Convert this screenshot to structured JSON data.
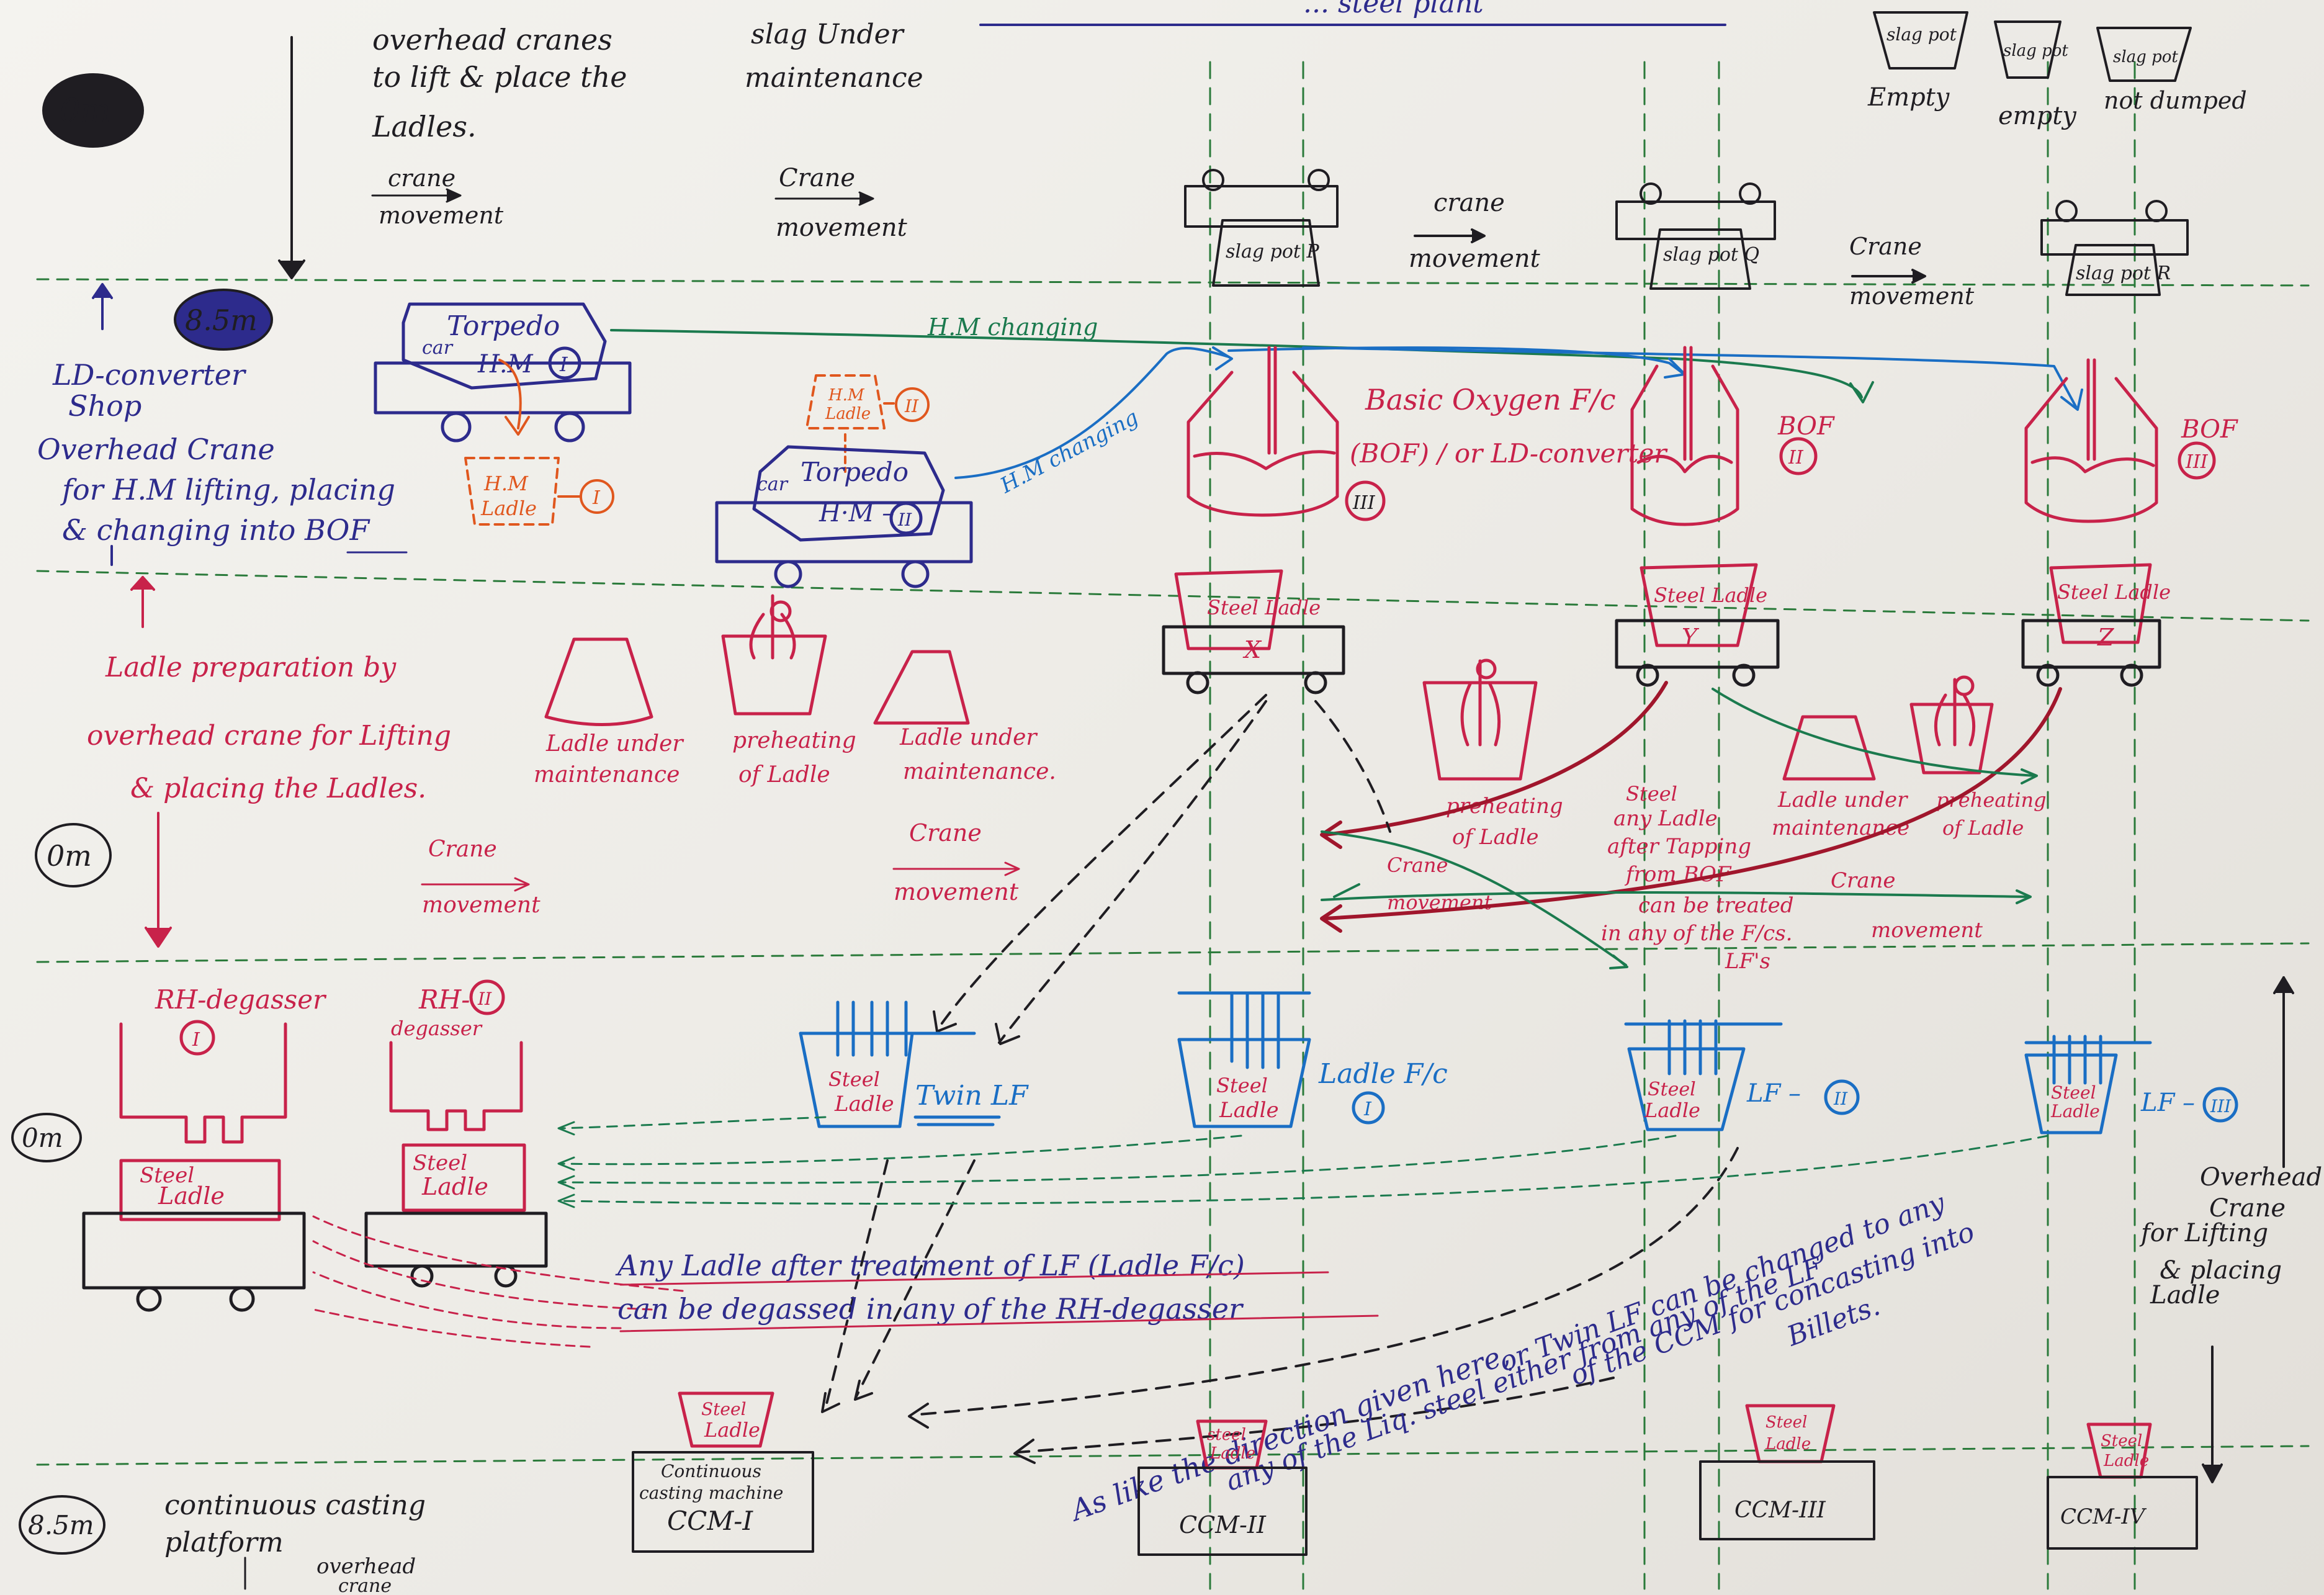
{
  "colors": {
    "black": "#1f1d22",
    "red": "#c8224a",
    "blue": "#1a6ec4",
    "green": "#1b7a4e",
    "navy": "#2d2b8c",
    "orange": "#e0571e",
    "brown": "#8b1e2a",
    "darkred": "#a0162c"
  },
  "top_notes": {
    "level_0m": "0m",
    "overhead_cranes": [
      "overhead cranes",
      "to lift & place the",
      "Ladles."
    ],
    "crane_movement": [
      "crane",
      "movement"
    ],
    "slag_under_maintenance": [
      "slag Under",
      "maintenance"
    ],
    "crane_movement_2": [
      "Crane",
      "movement"
    ]
  },
  "slag_pots": [
    {
      "label": "slag pot",
      "state": "Empty"
    },
    {
      "label": "slag pot",
      "state": "empty"
    },
    {
      "label": "slag pot",
      "state": "not dumped"
    }
  ],
  "converter_shop": {
    "level": "8.5m",
    "name": [
      "LD-converter",
      "Shop"
    ],
    "crane_note": [
      "Overhead Crane",
      "for H.M lifting, placing",
      "& changing into BOF"
    ],
    "torpedo_1": {
      "title": "Torpedo",
      "sub": "car",
      "label": "H.M",
      "num": "I"
    },
    "torpedo_2": {
      "title": "Torpedo",
      "sub": "car",
      "label": "H·M –",
      "num": "II"
    },
    "hm_ladle_1": {
      "title": [
        "H.M",
        "Ladle"
      ],
      "num": "I"
    },
    "hm_ladle_2": {
      "title": [
        "H.M",
        "Ladle"
      ],
      "num": "II"
    },
    "hm_charging_1": "H.M changing",
    "hm_charging_2": "H.M changing",
    "bof_title": [
      "Basic Oxygen F/c",
      "(BOF) / or LD-converter"
    ],
    "bofs": [
      {
        "label": "",
        "num": "III",
        "slag": "slag pot P"
      },
      {
        "label": "BOF",
        "num": "II",
        "slag": "slag pot Q"
      },
      {
        "label": "BOF",
        "num": "III",
        "slag": "slag pot R"
      }
    ],
    "crane_movement_a": [
      "crane",
      "movement"
    ],
    "crane_movement_b": [
      "Crane",
      "movement"
    ]
  },
  "steel_ladles_top": [
    {
      "label": "Steel Ladle",
      "id": "X"
    },
    {
      "label": "Steel Ladle",
      "id": "Y"
    },
    {
      "label": "Steel Ladle",
      "id": "Z"
    }
  ],
  "ladle_prep": {
    "title": [
      "Ladle preparation by",
      "overhead crane for Lifting",
      "& placing the Ladles."
    ],
    "level": "0m",
    "items": [
      [
        "Ladle under",
        "maintenance"
      ],
      [
        "preheating",
        "of Ladle"
      ],
      [
        "Ladle under",
        "maintenance."
      ]
    ],
    "crane_movement_a": [
      "Crane",
      "movement"
    ],
    "crane_movement_b": [
      "Crane",
      "movement"
    ],
    "right_items": [
      [
        "preheating",
        "of Ladle"
      ],
      [
        "Steel",
        "any Ladle",
        "after Tapping",
        "from BOF"
      ],
      [
        "Ladle under",
        "maintenance"
      ],
      [
        "preheating",
        "of Ladle"
      ]
    ],
    "treated_note": [
      "can be treated",
      "in any of the F/cs.",
      "LF's"
    ],
    "crane_movement_c": [
      "Crane",
      "movement"
    ],
    "crane_movement_d": [
      "Crane",
      "movement"
    ]
  },
  "treatment": {
    "level": "0m",
    "rh": [
      {
        "title": "RH-degasser",
        "num": "I",
        "ladle": [
          "Steel",
          "Ladle"
        ]
      },
      {
        "title": "RH-",
        "num": "II",
        "sub": "degasser",
        "ladle": [
          "Steel",
          "Ladle"
        ]
      }
    ],
    "lfs": [
      {
        "label": "Twin LF",
        "num": ""
      },
      {
        "label": "Ladle F/c",
        "num": "I"
      },
      {
        "label": "LF –",
        "num": "II"
      },
      {
        "label": "LF –",
        "num": "III"
      }
    ],
    "ladle_text": [
      "Steel",
      "Ladle"
    ],
    "degas_note": [
      "Any Ladle after treatment of LF (Ladle F/c)",
      "can be degassed in any of the RH-degasser"
    ],
    "direction_note": [
      "As like the direction given here,",
      "any of the Liq. steel either from any of the LF",
      "or Twin LF can be changed to any",
      "of the CCM for concasting into",
      "Billets."
    ],
    "crane_right": [
      "Overhead",
      "Crane",
      "for Lifting",
      "& placing",
      "Ladle"
    ]
  },
  "casting": {
    "level": "8.5m",
    "platform": [
      "continuous casting",
      "platform"
    ],
    "crane": [
      "overhead",
      "crane"
    ],
    "ccm1": {
      "ladle": [
        "Steel",
        "Ladle"
      ],
      "title": [
        "Continuous",
        "casting machine"
      ],
      "name": "CCM-I"
    },
    "ccms": [
      {
        "ladle": [
          "steel",
          "Ladle"
        ],
        "name": "CCM-II"
      },
      {
        "ladle": [
          "Steel",
          "Ladle"
        ],
        "name": "CCM-III"
      },
      {
        "ladle": [
          "Steel",
          "Ladle"
        ],
        "name": "CCM-IV"
      }
    ]
  },
  "header_fragment": "... steel plant"
}
